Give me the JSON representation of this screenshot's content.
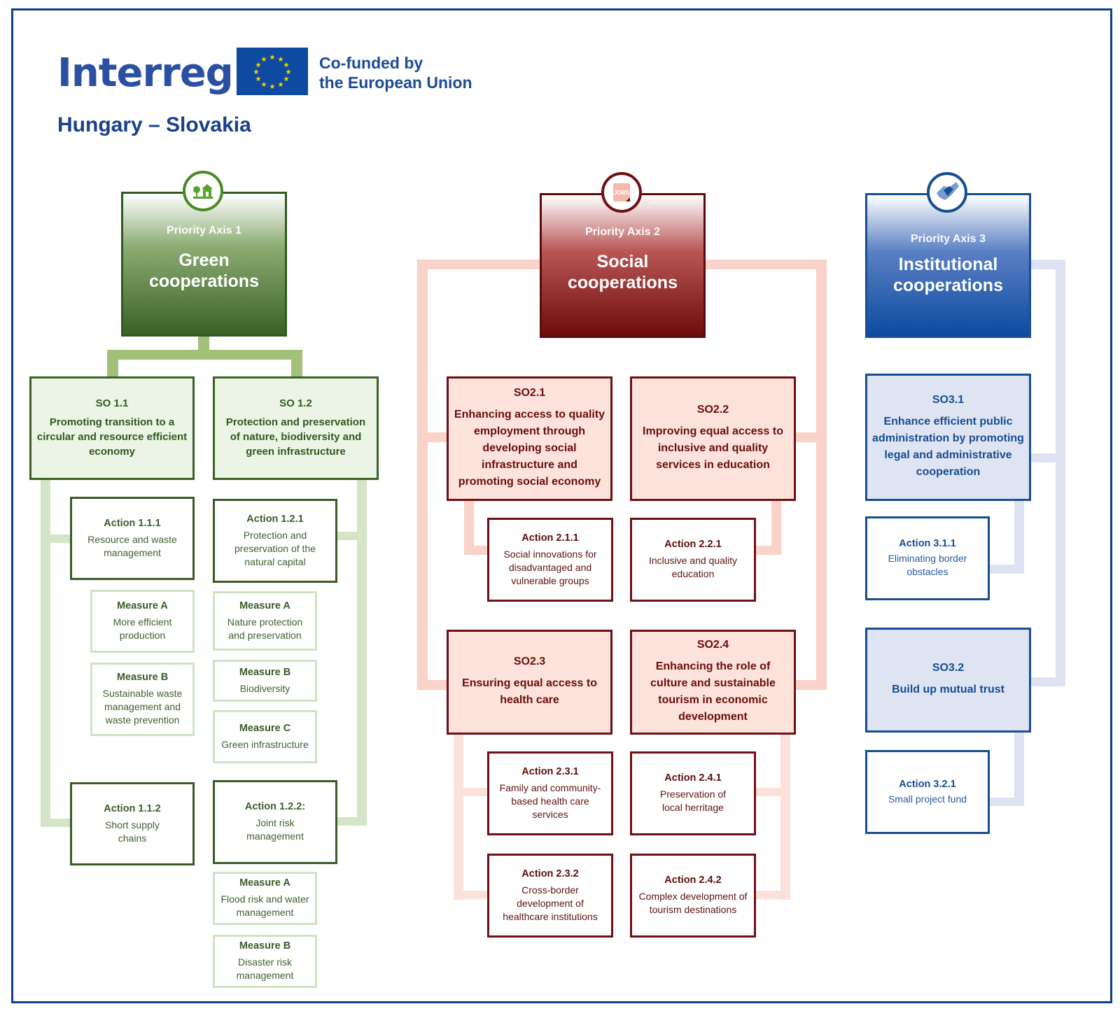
{
  "header": {
    "logo": "Interreg",
    "cofunded": "Co-funded by",
    "eu": "the European Union",
    "subtitle": "Hungary – Slovakia"
  },
  "colors": {
    "green": "#3a6227",
    "red": "#6e1014",
    "blue": "#174d92",
    "eu_blue": "#0e4ba0",
    "eu_star": "#ffd200"
  },
  "icons": {
    "axis1": "house-tree-icon",
    "axis2": "jobs-note-icon",
    "axis3": "handshake-icon"
  },
  "axis1": {
    "label": "Priority Axis 1",
    "title": "Green cooperations",
    "so1": {
      "code": "SO 1.1",
      "text": "Promoting transition to a circular and resource efficient economy"
    },
    "so2": {
      "code": "SO 1.2",
      "text": "Protection and preservation of nature, biodiversity and green infrastructure"
    },
    "a111": {
      "code": "Action 1.1.1",
      "text": "Resource and waste management"
    },
    "a111_mA": {
      "code": "Measure A",
      "text": "More efficient production"
    },
    "a111_mB": {
      "code": "Measure B",
      "text": "Sustainable waste management and waste prevention"
    },
    "a112": {
      "code": "Action 1.1.2",
      "text": "Short supply chains"
    },
    "a121": {
      "code": "Action 1.2.1",
      "text": "Protection and preservation of the natural capital"
    },
    "a121_mA": {
      "code": "Measure A",
      "text": "Nature protection and preservation"
    },
    "a121_mB": {
      "code": "Measure B",
      "text": "Biodiversity"
    },
    "a121_mC": {
      "code": "Measure C",
      "text": "Green infrastructure"
    },
    "a122": {
      "code": "Action 1.2.2:",
      "text": "Joint risk management"
    },
    "a122_mA": {
      "code": "Measure A",
      "text": "Flood risk and water management"
    },
    "a122_mB": {
      "code": "Measure B",
      "text": "Disaster risk management"
    }
  },
  "axis2": {
    "label": "Priority Axis 2",
    "title": "Social cooperations",
    "icon_text": "JOBS",
    "so1": {
      "code": "SO2.1",
      "text": "Enhancing access to quality employment through developing social infrastructure and promoting social economy"
    },
    "so2": {
      "code": "SO2.2",
      "text": "Improving equal access to inclusive and quality services in education"
    },
    "so3": {
      "code": "SO2.3",
      "text": "Ensuring equal access to health care"
    },
    "so4": {
      "code": "SO2.4",
      "text": "Enhancing the role of culture and sustainable tourism in economic development"
    },
    "a211": {
      "code": "Action 2.1.1",
      "text": "Social innovations for disadvantaged and vulnerable groups"
    },
    "a221": {
      "code": "Action 2.2.1",
      "text": "Inclusive and quality education"
    },
    "a231": {
      "code": "Action 2.3.1",
      "text": "Family and community-based health care services"
    },
    "a232": {
      "code": "Action 2.3.2",
      "text": "Cross-border development of healthcare institutions"
    },
    "a241": {
      "code": "Action 2.4.1",
      "text": "Preservation of local herritage"
    },
    "a242": {
      "code": "Action 2.4.2",
      "text": "Complex development of tourism destinations"
    }
  },
  "axis3": {
    "label": "Priority Axis 3",
    "title": "Institutional cooperations",
    "so1": {
      "code": "SO3.1",
      "text": "Enhance efficient public administration by promoting legal and administrative cooperation"
    },
    "so2": {
      "code": "SO3.2",
      "text": "Build up mutual trust"
    },
    "a311": {
      "code": "Action 3.1.1",
      "text": "Eliminating border obstacles"
    },
    "a321": {
      "code": "Action 3.2.1",
      "text": "Small project fund"
    }
  }
}
